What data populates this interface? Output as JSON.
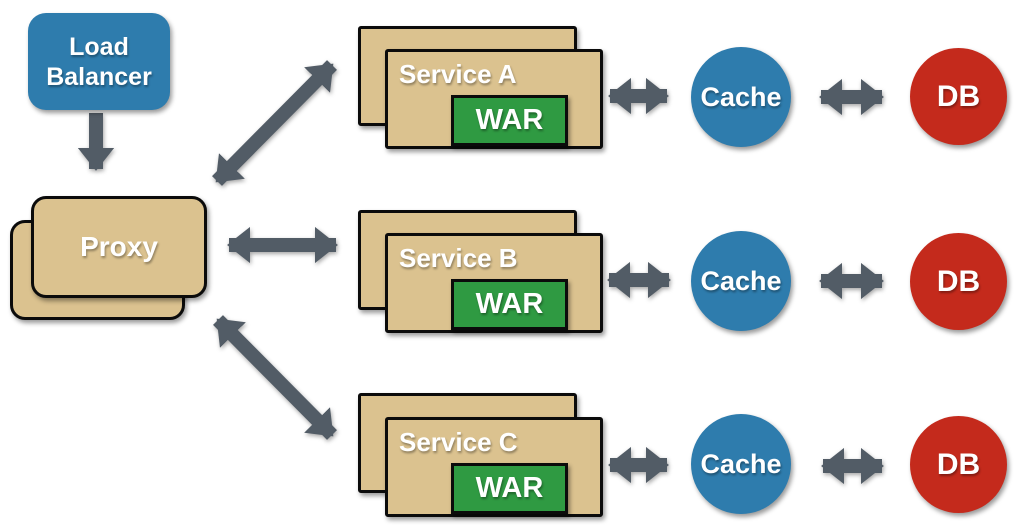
{
  "nodes": {
    "load_balancer": {
      "label": "Load Balancer",
      "shape": "rounded-rect",
      "color": "#2E7CAD"
    },
    "proxy": {
      "label": "Proxy",
      "shape": "stacked-rect",
      "color": "#DBC28F"
    },
    "rows": [
      {
        "service": "Service A",
        "war": "WAR",
        "cache": "Cache",
        "db": "DB"
      },
      {
        "service": "Service B",
        "war": "WAR",
        "cache": "Cache",
        "db": "DB"
      },
      {
        "service": "Service C",
        "war": "WAR",
        "cache": "Cache",
        "db": "DB"
      }
    ]
  },
  "edges": [
    {
      "from": "load-balancer",
      "to": "proxy",
      "direction": "one-way"
    },
    {
      "from": "proxy",
      "to": "service-a",
      "direction": "two-way"
    },
    {
      "from": "proxy",
      "to": "service-b",
      "direction": "two-way"
    },
    {
      "from": "proxy",
      "to": "service-c",
      "direction": "two-way"
    },
    {
      "from": "service-a",
      "to": "cache-a",
      "direction": "two-way"
    },
    {
      "from": "service-b",
      "to": "cache-b",
      "direction": "two-way"
    },
    {
      "from": "service-c",
      "to": "cache-c",
      "direction": "two-way"
    },
    {
      "from": "cache-a",
      "to": "db-a",
      "direction": "two-way"
    },
    {
      "from": "cache-b",
      "to": "db-b",
      "direction": "two-way"
    },
    {
      "from": "cache-c",
      "to": "db-c",
      "direction": "two-way"
    }
  ],
  "colors": {
    "node_blue": "#2E7CAD",
    "node_red": "#C42A1C",
    "node_tan": "#DBC28F",
    "node_green": "#2F9A42",
    "arrow_gray": "#525C66",
    "border_black": "#0B0B0B",
    "text_white": "#FFFFFF",
    "background": "#FFFFFF"
  }
}
